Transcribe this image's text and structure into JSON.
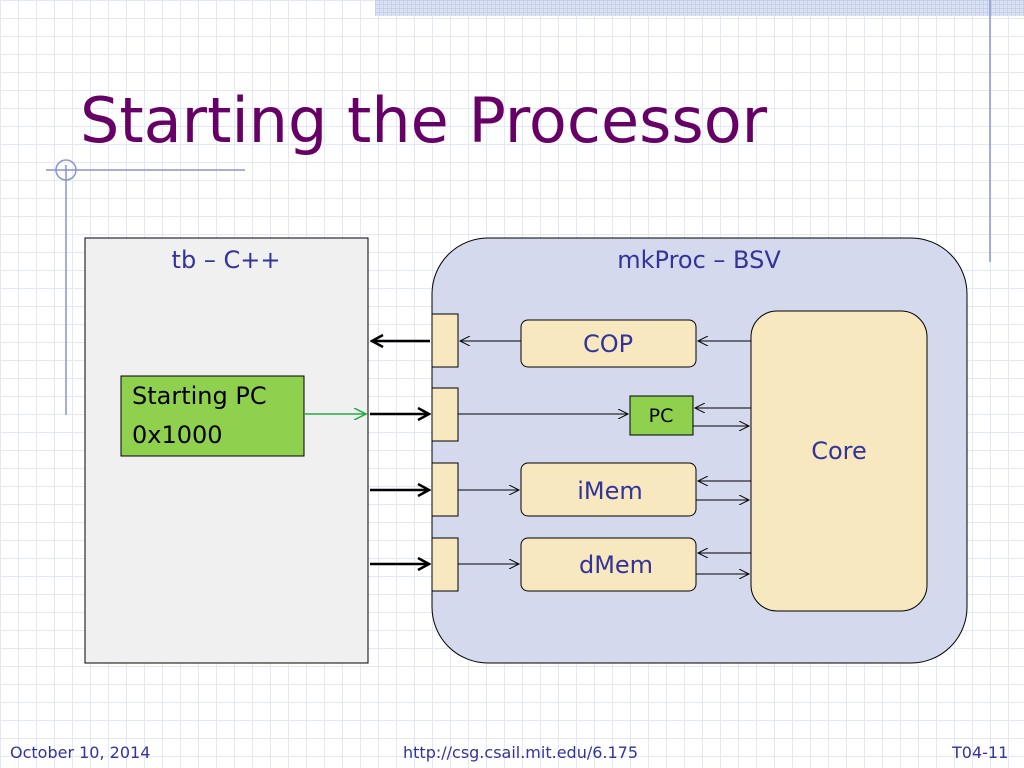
{
  "slide": {
    "title": "Starting the Processor",
    "footer_left": "October 10, 2014",
    "footer_center": "http://csg.csail.mit.edu/6.175",
    "footer_right": "T04-11"
  },
  "diagram": {
    "tb_label": "tb – C++",
    "proc_label": "mkProc – BSV",
    "starting_pc_line1": "Starting PC",
    "starting_pc_line2": "0x1000",
    "cop_label": "COP",
    "pc_label": "PC",
    "imem_label": "iMem",
    "dmem_label": "dMem",
    "core_label": "Core"
  },
  "colors": {
    "title": "#660066",
    "footer": "#333399",
    "proc_fill": "#d5d9ee",
    "tb_fill": "#f0f0f0",
    "module_fill": "#f7e8c0",
    "pc_fill": "#8fd14f",
    "arrow_green": "#22aa44"
  }
}
